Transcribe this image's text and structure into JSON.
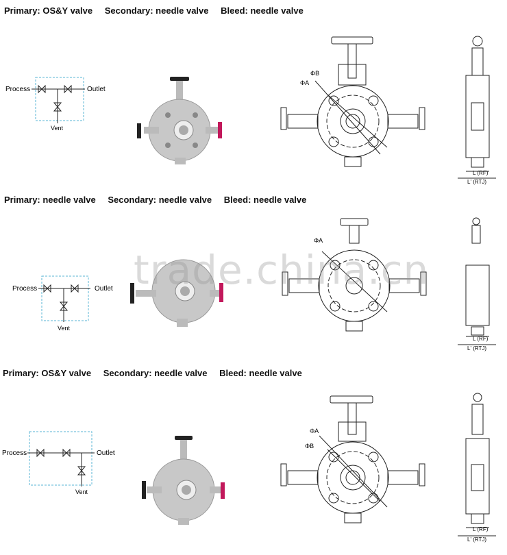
{
  "rows": [
    {
      "primary": "Primary: OS&Y valve",
      "secondary": "Secondary: needle valve",
      "bleed": "Bleed: needle valve",
      "schematic": {
        "process": "Process",
        "outlet": "Outlet",
        "vent": "Vent"
      },
      "dims": {
        "b": "ΦB",
        "a": "ΦA",
        "rf": "L (RF)",
        "rtj": "L' (RTJ)"
      }
    },
    {
      "primary": "Primary: needle valve",
      "secondary": "Secondary: needle valve",
      "bleed": "Bleed: needle valve",
      "schematic": {
        "process": "Process",
        "outlet": "Outlet",
        "vent": "Vent"
      },
      "dims": {
        "a": "ΦA",
        "rf": "L (RF)",
        "rtj": "L' (RTJ)"
      }
    },
    {
      "primary": "Primary: OS&Y valve",
      "secondary": "Secondary: needle valve",
      "bleed": "Bleed: needle valve",
      "schematic": {
        "process": "Process",
        "outlet": "Outlet",
        "vent": "Vent"
      },
      "dims": {
        "a": "ΦA",
        "b": "ΦB",
        "rf": "L (RF)",
        "rtj": "L' (RTJ)"
      }
    }
  ],
  "watermark": "trade.china.cn",
  "colors": {
    "schematic_box": "#5ab4d6",
    "handle_bleed": "#c2185b",
    "handle_black": "#222222",
    "body_gray": "#c8c8c8"
  }
}
